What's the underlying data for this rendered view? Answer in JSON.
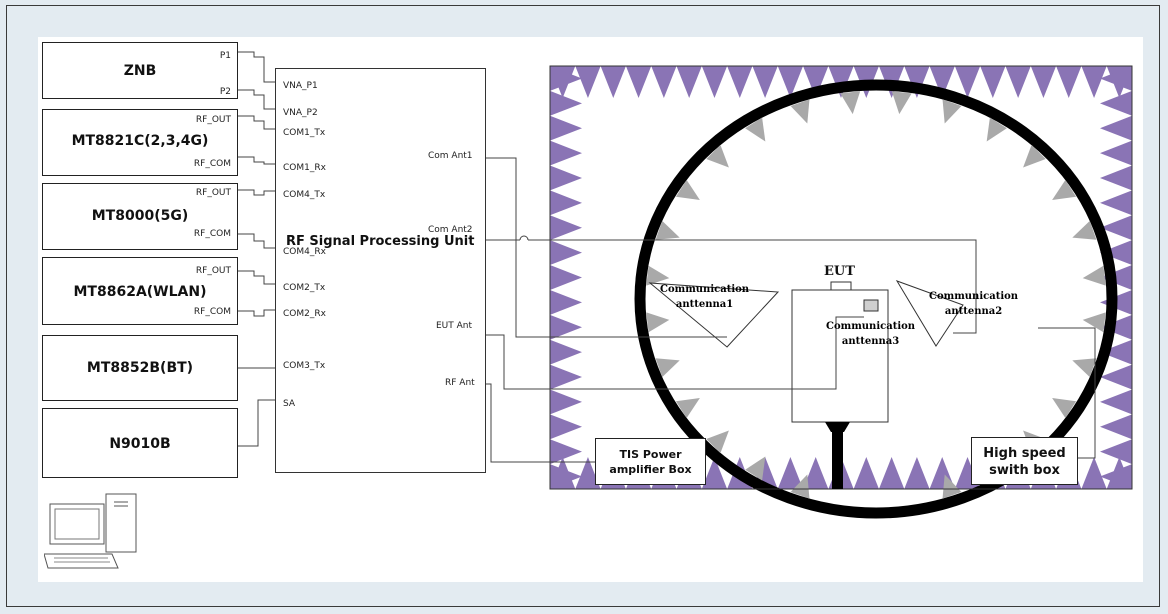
{
  "instruments": [
    {
      "name": "ZNB",
      "ports": [
        "P1",
        "P2"
      ]
    },
    {
      "name": "MT8821C(2,3,4G)",
      "ports": [
        "RF_OUT",
        "RF_COM"
      ]
    },
    {
      "name": "MT8000(5G)",
      "ports": [
        "RF_OUT",
        "RF_COM"
      ]
    },
    {
      "name": "MT8862A(WLAN)",
      "ports": [
        "RF_OUT",
        "RF_COM"
      ]
    },
    {
      "name": "MT8852B(BT)",
      "ports": []
    },
    {
      "name": "N9010B",
      "ports": []
    }
  ],
  "rfu": {
    "title": "RF Signal Processing Unit",
    "left_ports": [
      "VNA_P1",
      "VNA_P2",
      "COM1_Tx",
      "COM1_Rx",
      "COM4_Tx",
      "COM4_Rx",
      "COM2_Tx",
      "COM2_Rx",
      "COM3_Tx",
      "SA"
    ],
    "right_ports": [
      "Com Ant1",
      "Com Ant2",
      "EUT Ant",
      "RF Ant"
    ]
  },
  "chamber": {
    "eut_label": "EUT",
    "antenna1": [
      "Communication",
      "anttenna1"
    ],
    "antenna2": [
      "Communication",
      "anttenna2"
    ],
    "antenna3": [
      "Communication",
      "anttenna3"
    ],
    "tis_box": [
      "TIS Power",
      "amplifier Box"
    ],
    "switch_box": [
      "High speed",
      "swith box"
    ]
  },
  "colors": {
    "absorber": "#8a74b5",
    "probe": "#a9a9a9",
    "ring": "#000000",
    "background": "#e3ebf1"
  },
  "icons": {
    "computer": "computer-icon"
  }
}
